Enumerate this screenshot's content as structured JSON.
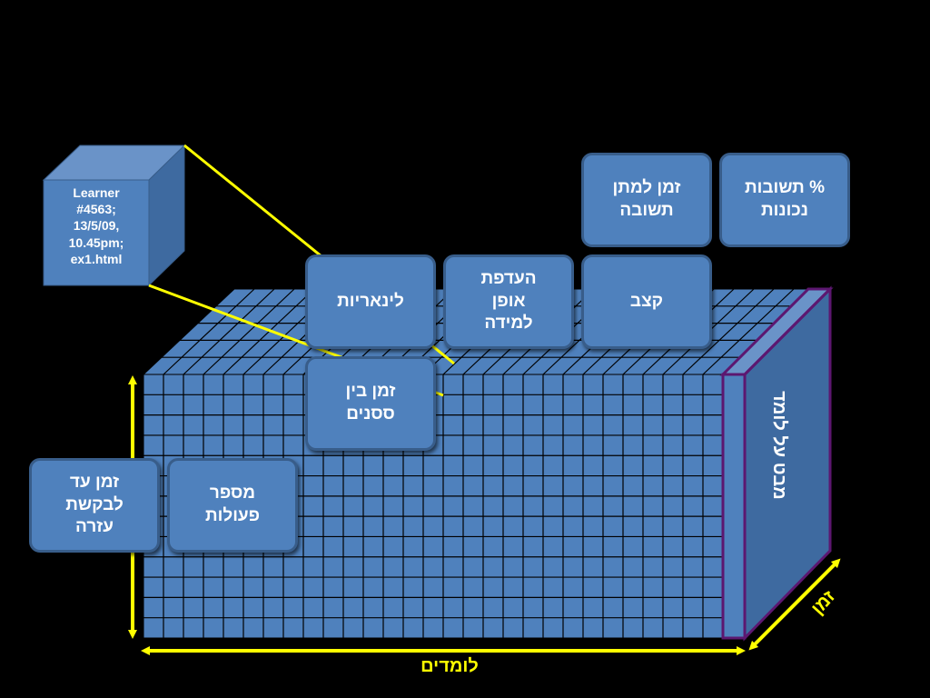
{
  "learner_box": {
    "lines": "Learner\n#4563;\n13/5/09,\n10.45pm;\nex1.html"
  },
  "boxes": {
    "correct_answers": "% תשובות\nנכונות",
    "response_time": "זמן למתן\nתשובה",
    "rate": "קצב",
    "learning_preference": "העדפת\nאופן\nלמידה",
    "linearity": "לינאריות",
    "time_between_sessions": "זמן בין\nססנים",
    "actions_count": "מספר\nפעולות",
    "time_to_help": "זמן עד\nלבקשת\nעזרה"
  },
  "cube_side_label": "מבט על לומד",
  "axes": {
    "learners": "לומדים",
    "time": "זמן"
  },
  "colors": {
    "background": "#000000",
    "cube_front": "#4f81bd",
    "cube_side": "#3e6aa0",
    "grid_lines": "#000000",
    "slab_border": "#5c1770",
    "connector": "#ffff00",
    "axis_arrow": "#ffff00"
  }
}
